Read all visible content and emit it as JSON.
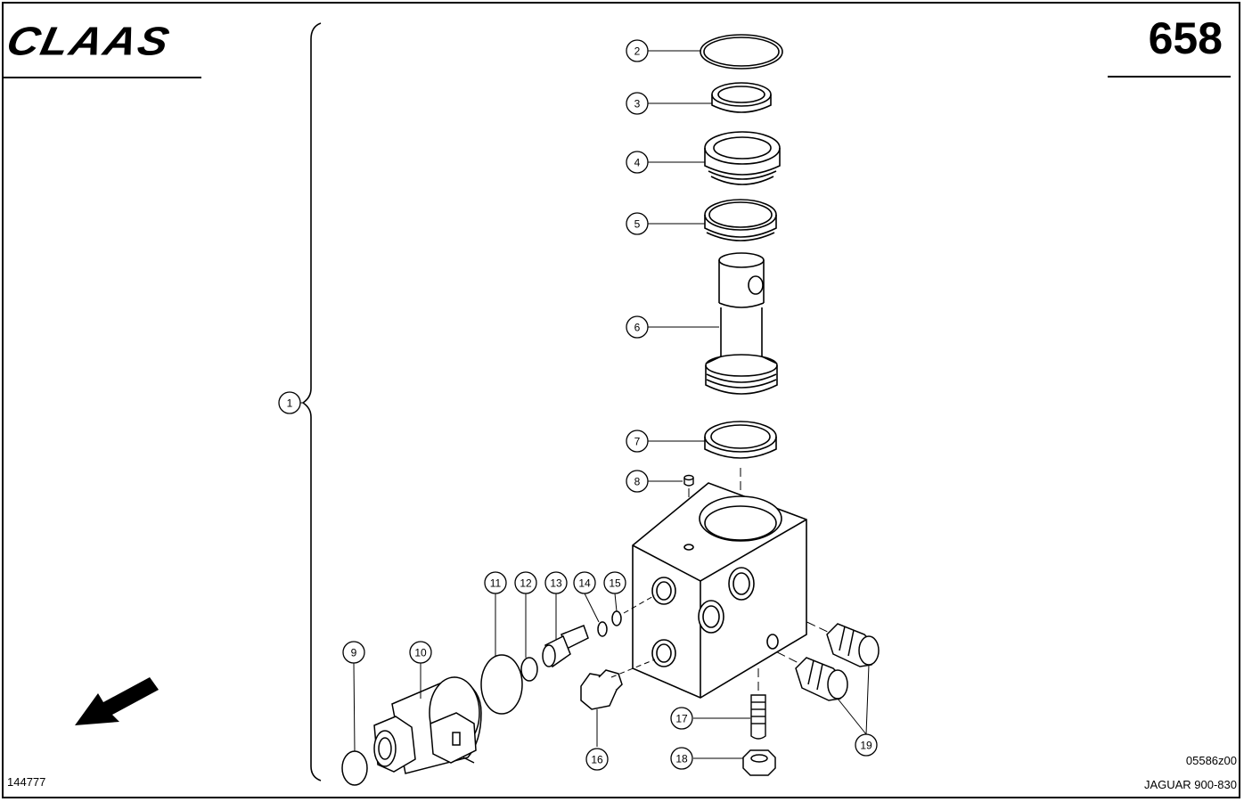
{
  "header": {
    "brand": "CLAAS",
    "page_number": "658"
  },
  "footer": {
    "doc_id": "144777",
    "figure_code": "05586z00",
    "model": "JAGUAR 900-830"
  },
  "callouts": [
    "1",
    "2",
    "3",
    "4",
    "5",
    "6",
    "7",
    "8",
    "9",
    "10",
    "11",
    "12",
    "13",
    "14",
    "15",
    "16",
    "17",
    "18",
    "19"
  ],
  "icons": {
    "direction_arrow": "arrow-down-left-icon"
  }
}
